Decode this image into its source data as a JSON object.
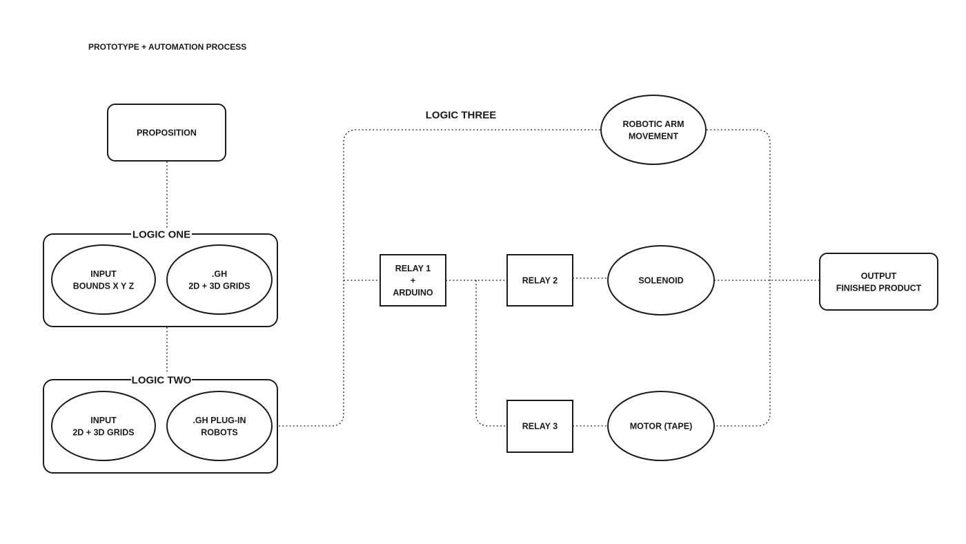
{
  "title": "PROTOTYPE + AUTOMATION PROCESS",
  "groups": {
    "logic_one": "LOGIC ONE",
    "logic_two": "LOGIC TWO",
    "logic_three": "LOGIC THREE"
  },
  "nodes": {
    "proposition": [
      "PROPOSITION"
    ],
    "input_bounds": [
      "INPUT",
      "BOUNDS X Y Z"
    ],
    "gh_grids": [
      ".GH",
      "2D + 3D GRIDS"
    ],
    "input_grids": [
      "INPUT",
      "2D + 3D GRIDS"
    ],
    "gh_plugin": [
      ".GH PLUG-IN",
      "ROBOTS"
    ],
    "relay1": [
      "RELAY 1",
      "+",
      "ARDUINO"
    ],
    "relay2": [
      "RELAY 2"
    ],
    "relay3": [
      "RELAY 3"
    ],
    "robotic_arm": [
      "ROBOTIC ARM",
      "MOVEMENT"
    ],
    "solenoid": [
      "SOLENOID"
    ],
    "motor": [
      "MOTOR (TAPE)"
    ],
    "output": [
      "OUTPUT",
      "FINISHED PRODUCT"
    ]
  }
}
